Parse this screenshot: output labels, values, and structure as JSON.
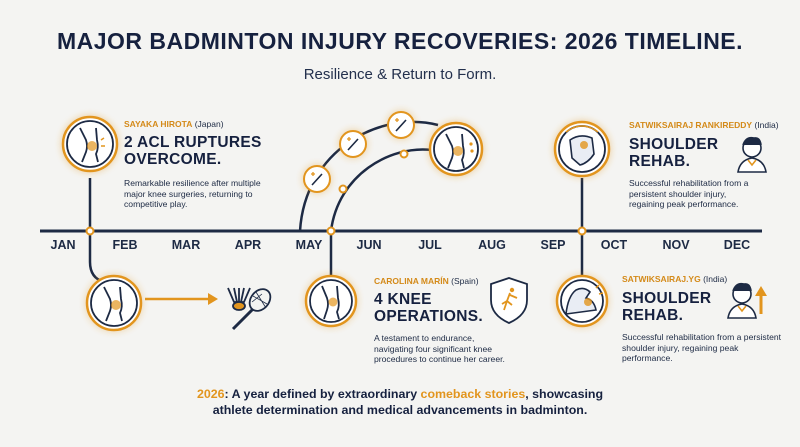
{
  "title": "MAJOR BADMINTON INJURY RECOVERIES: 2026 TIMELINE.",
  "subtitle": "Resilience & Return to Form.",
  "months": [
    "JAN",
    "FEB",
    "MAR",
    "APR",
    "MAY",
    "JUN",
    "JUL",
    "AUG",
    "SEP",
    "OCT",
    "NOV",
    "DEC"
  ],
  "events": [
    {
      "athlete_name": "SAYAKA HIROTA",
      "athlete_country": "(Japan)",
      "headline_1": "2 ACL RUPTURES",
      "headline_2": "OVERCOME.",
      "description": "Remarkable resilience after multiple major knee surgeries, returning to competitive play.",
      "icon": "knee-icon"
    },
    {
      "athlete_name": "CAROLINA MARÍN",
      "athlete_country": "(Spain)",
      "headline_1": "4 KNEE",
      "headline_2": "OPERATIONS.",
      "description": "A testament to endurance, navigating four significant knee procedures to continue her career.",
      "icon": "knee-icon"
    },
    {
      "athlete_name": "SATWIKSAIRAJ RANKIREDDY",
      "athlete_country": "(India)",
      "headline_1": "SHOULDER",
      "headline_2": "REHAB.",
      "description": "Successful rehabilitation from a persistent shoulder injury, regaining peak performance.",
      "icon": "shoulder-icon"
    },
    {
      "athlete_name": "SATWIKSAIRAJ.YG",
      "athlete_country": "(India)",
      "headline_1": "SHOULDER",
      "headline_2": "REHAB.",
      "description": "Successful rehabilitation from a persistent shoulder injury, regaining peak performance.",
      "icon": "muscle-arm-icon"
    }
  ],
  "footer": {
    "year": "2026",
    "text_1": ": A year defined by extraordinary ",
    "highlight": "comeback stories",
    "text_2": ", showcasing",
    "line_2": "athlete determination and medical advancements in badminton."
  },
  "colors": {
    "navy": "#1d2a44",
    "orange": "#e2951e",
    "background": "#f4f4f2"
  }
}
